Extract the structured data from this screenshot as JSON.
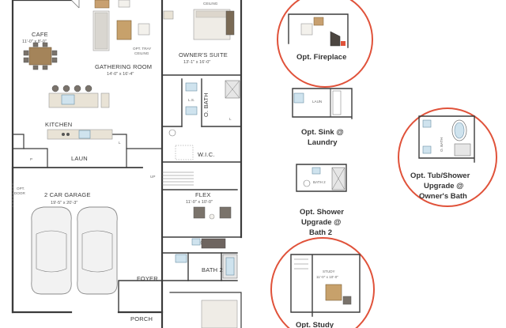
{
  "rooms": {
    "cafe": {
      "name": "CAFE",
      "dim": "11'-0\" x 8'-0\""
    },
    "gathering": {
      "name": "GATHERING ROOM",
      "dim": "14'-0\" x 16'-4\"",
      "note_line1": "OPT. TRAY",
      "note_line2": "CEILING"
    },
    "owners_suite": {
      "name": "OWNER'S SUITE",
      "dim": "13'-1\" x 16'-0\"",
      "note": "CEILING"
    },
    "obath": {
      "name": "O. BATH"
    },
    "kitchen": {
      "name": "KITCHEN"
    },
    "laun": {
      "name": "LAUN"
    },
    "wic": {
      "name": "W.I.C."
    },
    "garage": {
      "name": "2 CAR GARAGE",
      "dim": "19'-5\" x 20'-3\"",
      "note_line1": "OPT.",
      "note_line2": "DOOR"
    },
    "flex": {
      "name": "FLEX",
      "dim": "11'-0\" x 10'-0\""
    },
    "bath2": {
      "name": "BATH 2"
    },
    "foyer": {
      "name": "FOYER"
    },
    "porch": {
      "name": "PORCH"
    },
    "up": "UP",
    "p_label": "P",
    "ls_label": "L.S.",
    "l_label": "L"
  },
  "options": {
    "fireplace": {
      "line1": "Opt. Fireplace"
    },
    "sink": {
      "line1": "Opt. Sink @",
      "line2": "Laundry",
      "room": "LAUN"
    },
    "tub": {
      "line1": "Opt. Tub/Shower",
      "line2": "Upgrade @",
      "line3": "Owner's Bath",
      "room": "O. BATH"
    },
    "shower": {
      "line1": "Opt. Shower",
      "line2": "Upgrade @",
      "line3": "Bath 2",
      "room": "BATH 2"
    },
    "study": {
      "line1": "Opt. Study",
      "room": "STUDY",
      "dim": "11'-0\" x 10'-0\""
    }
  },
  "colors": {
    "accent": "#e0523a",
    "wall": "#3b3b3b",
    "counter": "#e9e3d6",
    "fixture": "#cfe3ee"
  }
}
